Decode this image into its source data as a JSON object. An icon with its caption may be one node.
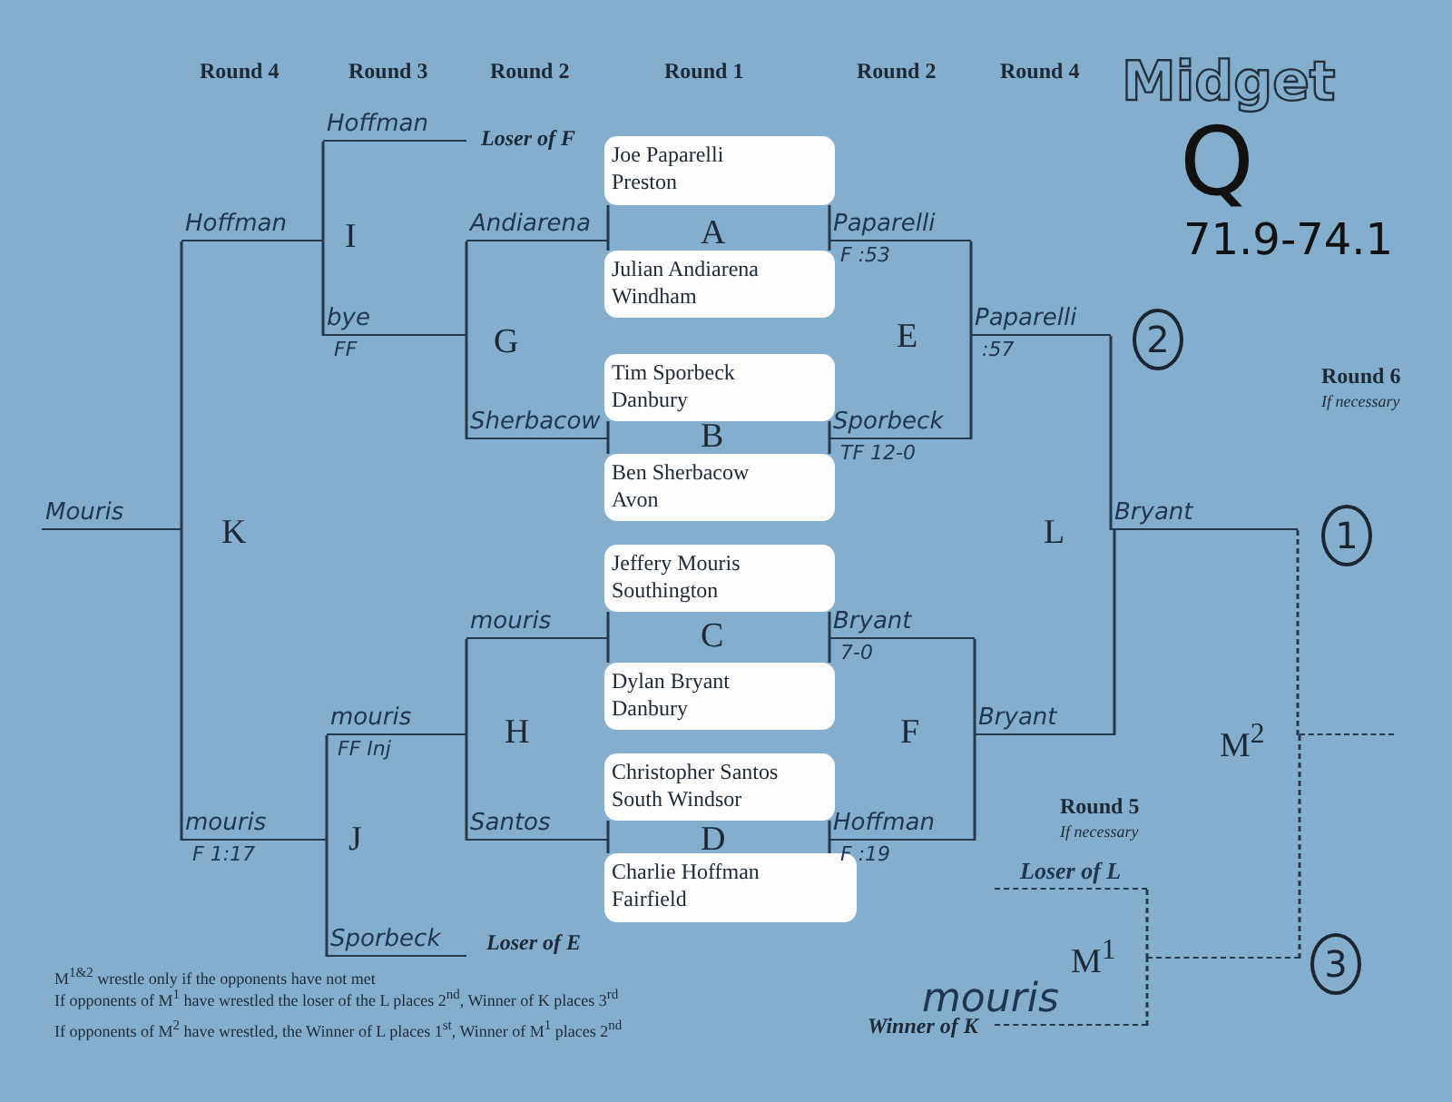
{
  "diagram": {
    "nodes": [
      {
        "text": [
          "Joe Paparelli",
          "Preston"
        ]
      },
      {
        "text": [
          "Julian Andiarena",
          "Windham"
        ]
      },
      {
        "text": [
          "Tim Sporbeck",
          "Danbury"
        ]
      },
      {
        "text": [
          "Ben Sherbacow",
          "Avon"
        ]
      },
      {
        "text": [
          "Jeffery Mouris",
          "Southington"
        ]
      },
      {
        "text": [
          "Dylan Bryant",
          "Danbury"
        ]
      },
      {
        "text": [
          "Christopher Santos",
          "South Windsor"
        ]
      },
      {
        "text": [
          "Charlie Hoffman",
          "Fairfield"
        ]
      },
      {
        "text": [
          "Hoffman"
        ],
        "beside": [
          "Loser of F"
        ]
      },
      {
        "text": [
          "Hoffman"
        ]
      },
      {
        "text": [
          "Andiarena"
        ]
      },
      {
        "text": [
          "bye",
          "FF"
        ]
      },
      {
        "text": [
          "Sherbacow"
        ]
      },
      {
        "text": [
          "Mouris"
        ]
      },
      {
        "text": [
          "mouris"
        ]
      },
      {
        "text": [
          "mouris",
          "FF Inj"
        ]
      },
      {
        "text": [
          "mouris",
          "F 1:17"
        ]
      },
      {
        "text": [
          "Santos"
        ]
      },
      {
        "text": [
          "Sporbeck"
        ],
        "beside": [
          "Loser of E"
        ]
      },
      {
        "text": [
          "Paparelli",
          "F :53"
        ]
      },
      {
        "text": [
          "Paparelli",
          ":57"
        ],
        "beside": [
          "2"
        ]
      },
      {
        "text": [
          "Sporbeck",
          "TF 12-0"
        ]
      },
      {
        "text": [
          "Bryant"
        ],
        "beside": [
          "1"
        ]
      },
      {
        "text": [
          "Bryant",
          "7-0"
        ]
      },
      {
        "text": [
          "Bryant"
        ]
      },
      {
        "text": [
          "Hoffman",
          "F :19"
        ]
      },
      {
        "text": [
          "Loser of L"
        ]
      },
      {
        "text": [],
        "shape": "line"
      },
      {
        "text": [
          "mouris"
        ],
        "beside": [
          "Winner of K"
        ]
      },
      {
        "text": [],
        "shape": "line"
      }
    ],
    "edges": [
      {
        "from": 0,
        "to": 10,
        "arrow": "none"
      },
      {
        "from": 1,
        "to": 10,
        "arrow": "none"
      },
      {
        "from": 2,
        "to": 12,
        "arrow": "none"
      },
      {
        "from": 3,
        "to": 12,
        "arrow": "none"
      },
      {
        "from": 4,
        "to": 14,
        "arrow": "none"
      },
      {
        "from": 5,
        "to": 14,
        "arrow": "none"
      },
      {
        "from": 6,
        "to": 17,
        "arrow": "none"
      },
      {
        "from": 7,
        "to": 17,
        "arrow": "none"
      },
      {
        "from": 0,
        "to": 19,
        "arrow": "none"
      },
      {
        "from": 1,
        "to": 19,
        "arrow": "none"
      },
      {
        "from": 2,
        "to": 21,
        "arrow": "none"
      },
      {
        "from": 3,
        "to": 21,
        "arrow": "none"
      },
      {
        "from": 4,
        "to": 23,
        "arrow": "none"
      },
      {
        "from": 5,
        "to": 23,
        "arrow": "none"
      },
      {
        "from": 6,
        "to": 25,
        "arrow": "none"
      },
      {
        "from": 7,
        "to": 25,
        "arrow": "none"
      },
      {
        "from": 10,
        "to": 11,
        "arrow": "none"
      },
      {
        "from": 12,
        "to": 11,
        "arrow": "none"
      },
      {
        "from": 8,
        "to": 9,
        "arrow": "none"
      },
      {
        "from": 11,
        "to": 9,
        "arrow": "none"
      },
      {
        "from": 9,
        "to": 13,
        "arrow": "none"
      },
      {
        "from": 16,
        "to": 13,
        "arrow": "none"
      },
      {
        "from": 14,
        "to": 15,
        "arrow": "none"
      },
      {
        "from": 17,
        "to": 15,
        "arrow": "none"
      },
      {
        "from": 15,
        "to": 16,
        "arrow": "none"
      },
      {
        "from": 18,
        "to": 16,
        "arrow": "none"
      },
      {
        "from": 19,
        "to": 20,
        "arrow": "none"
      },
      {
        "from": 21,
        "to": 20,
        "arrow": "none"
      },
      {
        "from": 23,
        "to": 24,
        "arrow": "none"
      },
      {
        "from": 25,
        "to": 24,
        "arrow": "none"
      },
      {
        "from": 20,
        "to": 22,
        "arrow": "none"
      },
      {
        "from": 24,
        "to": 22,
        "arrow": "none"
      },
      {
        "from": 26,
        "to": 27,
        "arrow": "none",
        "style": "dashed"
      },
      {
        "from": 28,
        "to": 27,
        "arrow": "none",
        "style": "dashed"
      },
      {
        "from": 22,
        "to": 29,
        "arrow": "none",
        "style": "dashed"
      },
      {
        "from": 27,
        "to": 29,
        "arrow": "none",
        "style": "dashed"
      }
    ],
    "labels": [
      "Round 4",
      "Round 3",
      "Round 2",
      "Round 1",
      "Round 2",
      "Round 4",
      "Midget",
      "Q",
      "71.9-74.1",
      "I",
      "A",
      "G",
      "E",
      "Round 6",
      "If necessary",
      "B",
      "K",
      "L",
      "C",
      "H",
      "F",
      "M$^{2}$",
      "Round 5",
      "If necessary",
      "J",
      "D",
      "M$^{1}$",
      "3",
      "M$^{1&2}$ wrestle only if the opponents have not met",
      "If opponents of M$^{1}$ have wrestled the loser of the L places 2$^{nd}$, Winner of K places 3$^{rd}$",
      "If opponents of M$^{2}$ have wrestled, the Winner of L places 1$^{st}$, Winner of M$^{1}$ places 2$^{nd}$"
    ]
  }
}
